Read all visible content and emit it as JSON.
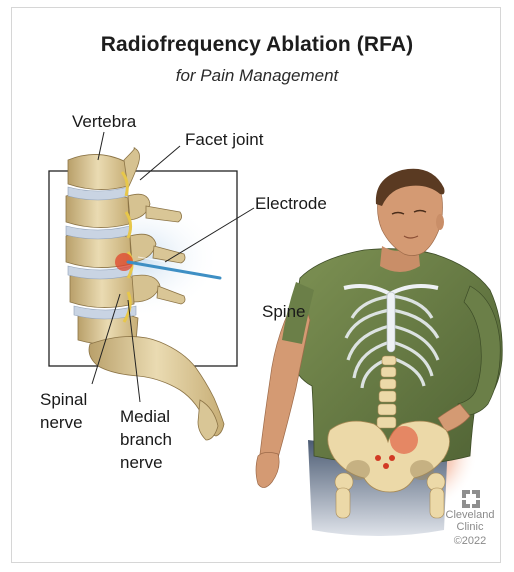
{
  "title": "Radiofrequency Ablation (RFA)",
  "subtitle": "for Pain Management",
  "labels": {
    "vertebra": "Vertebra",
    "facet_joint": "Facet joint",
    "electrode": "Electrode",
    "spine": "Spine",
    "spinal_nerve_1": "Spinal",
    "spinal_nerve_2": "nerve",
    "medial_branch_1": "Medial",
    "medial_branch_2": "branch",
    "medial_branch_3": "nerve"
  },
  "logo": {
    "line1": "Cleveland",
    "line2": "Clinic",
    "copyright": "©2022"
  },
  "colors": {
    "bone": "#e3d2a6",
    "bone_shadow": "#b59a5f",
    "disc": "#c9d4e3",
    "shirt": "#6b7f48",
    "skin": "#d49a73",
    "pain_glow": "#e0442b",
    "electrode": "#3e8fc4"
  }
}
